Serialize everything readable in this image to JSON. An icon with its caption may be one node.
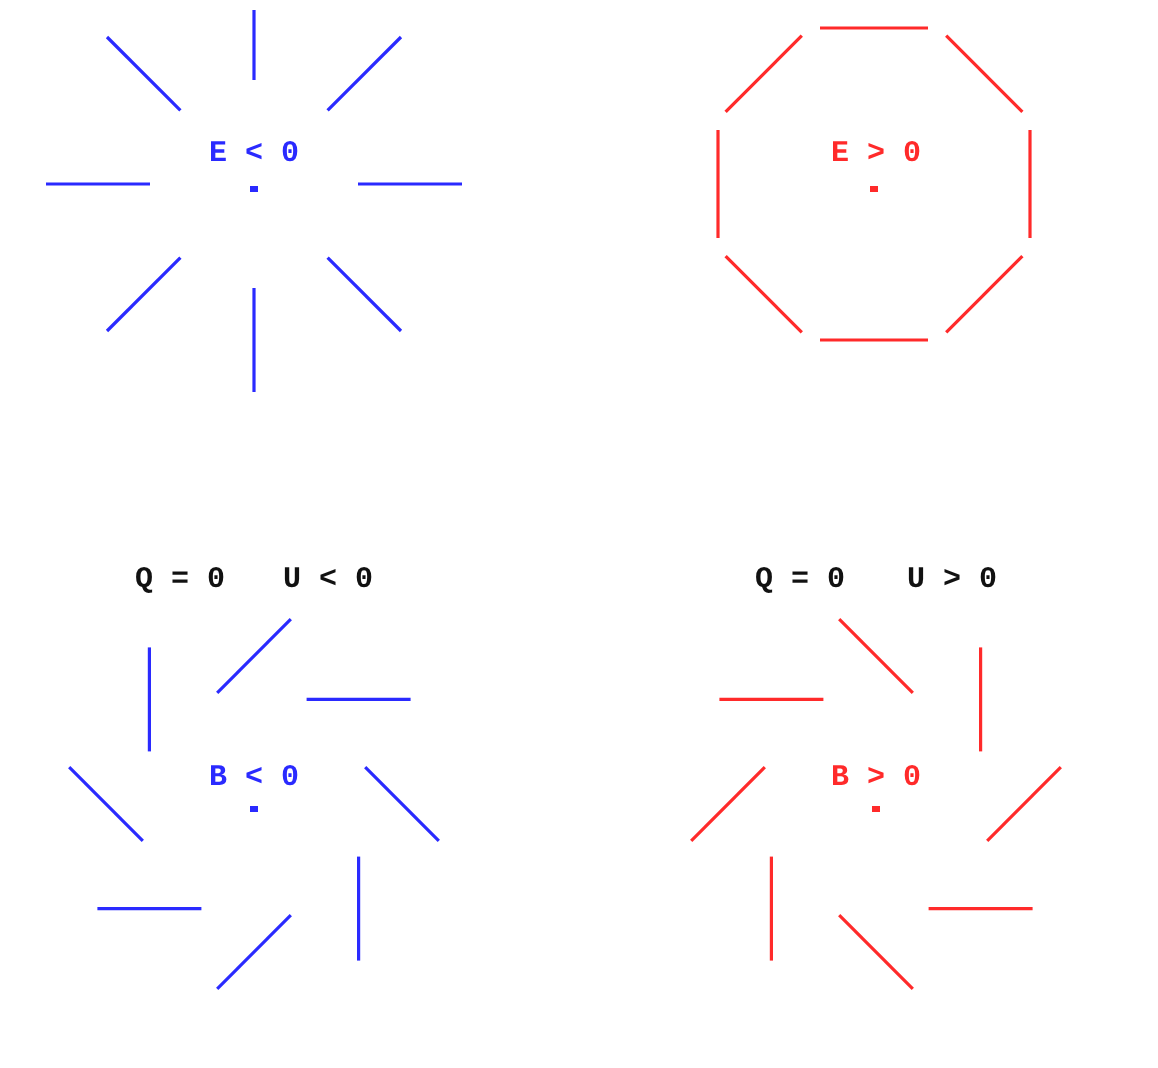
{
  "diagram": {
    "labels": [
      "E < 0",
      "E > 0",
      "Q = 0",
      "U < 0",
      "Q = 0",
      "U > 0",
      "B < 0",
      "B > 0"
    ]
  }
}
